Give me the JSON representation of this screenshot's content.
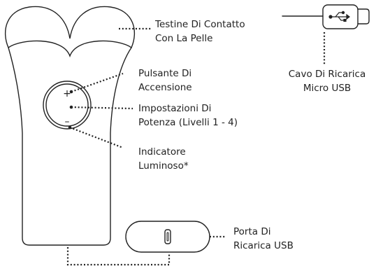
{
  "colors": {
    "stroke": "#222222",
    "background": "#ffffff"
  },
  "labels": {
    "testine": {
      "line1": "Testine Di Contatto",
      "line2": "Con La Pelle"
    },
    "pulsante": {
      "line1": "Pulsante Di",
      "line2": "Accensione"
    },
    "impostazioni": {
      "line1": "Impostazioni Di",
      "line2": "Potenza (Livelli 1 - 4)"
    },
    "indicatore": {
      "line1": "Indicatore",
      "line2": "Luminoso*"
    },
    "cavo": {
      "line1": "Cavo Di Ricarica",
      "line2": "Micro USB"
    },
    "porta": {
      "line1": "Porta Di",
      "line2": "Ricarica USB"
    }
  },
  "button_symbols": {
    "plus": "+",
    "minus": "–"
  },
  "icons": [
    "usb-icon",
    "usb-c-port-icon"
  ]
}
